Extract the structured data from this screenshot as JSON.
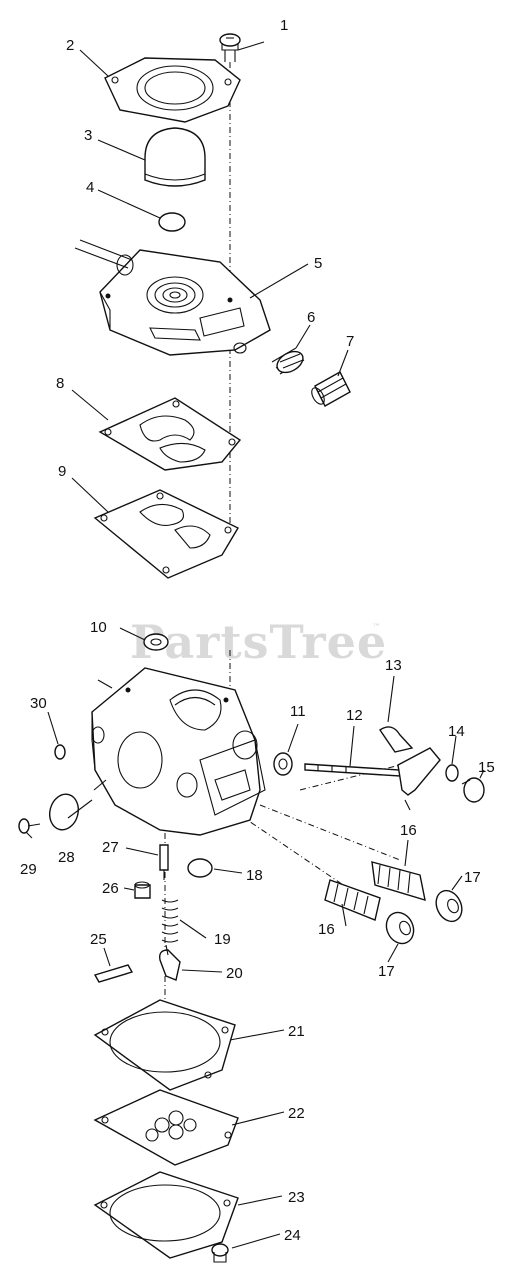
{
  "watermark": {
    "text": "PartsTree",
    "trademark": "™"
  },
  "callouts": [
    {
      "key": "1",
      "text": "1"
    },
    {
      "key": "2",
      "text": "2"
    },
    {
      "key": "3",
      "text": "3"
    },
    {
      "key": "4",
      "text": "4"
    },
    {
      "key": "5",
      "text": "5"
    },
    {
      "key": "6",
      "text": "6"
    },
    {
      "key": "7",
      "text": "7"
    },
    {
      "key": "8",
      "text": "8"
    },
    {
      "key": "9",
      "text": "9"
    },
    {
      "key": "10",
      "text": "10"
    },
    {
      "key": "11",
      "text": "11"
    },
    {
      "key": "12",
      "text": "12"
    },
    {
      "key": "13",
      "text": "13"
    },
    {
      "key": "14",
      "text": "14"
    },
    {
      "key": "15",
      "text": "15"
    },
    {
      "key": "16a",
      "text": "16"
    },
    {
      "key": "16b",
      "text": "16"
    },
    {
      "key": "17a",
      "text": "17"
    },
    {
      "key": "17b",
      "text": "17"
    },
    {
      "key": "18",
      "text": "18"
    },
    {
      "key": "19",
      "text": "19"
    },
    {
      "key": "20",
      "text": "20"
    },
    {
      "key": "21",
      "text": "21"
    },
    {
      "key": "22",
      "text": "22"
    },
    {
      "key": "23",
      "text": "23"
    },
    {
      "key": "24",
      "text": "24"
    },
    {
      "key": "25",
      "text": "25"
    },
    {
      "key": "26",
      "text": "26"
    },
    {
      "key": "27",
      "text": "27"
    },
    {
      "key": "28",
      "text": "28"
    },
    {
      "key": "29",
      "text": "29"
    },
    {
      "key": "30",
      "text": "30"
    }
  ]
}
